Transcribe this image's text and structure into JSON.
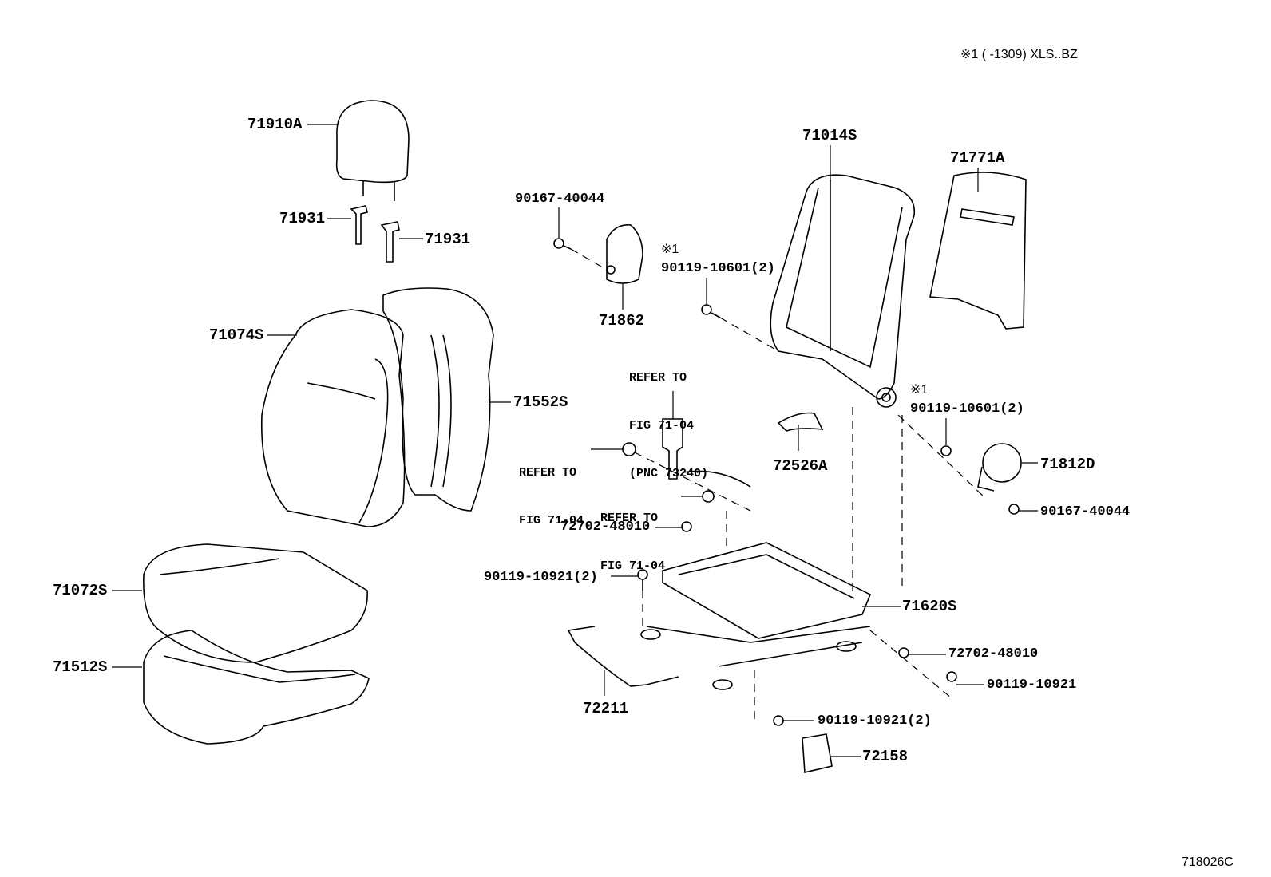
{
  "note": "※1 (      -1309) XLS..BZ",
  "figure_id": "718026C",
  "labels": {
    "l71910A": "71910A",
    "l71931a": "71931",
    "l71931b": "71931",
    "l71074S": "71074S",
    "l71552S": "71552S",
    "l71072S": "71072S",
    "l71512S": "71512S",
    "l90167a": "90167-40044",
    "l71862": "71862",
    "l71014S": "71014S",
    "l71771A": "71771A",
    "mark1a": "※1",
    "l90119_10601a": "90119-10601(2)",
    "mark1b": "※1",
    "l90119_10601b": "90119-10601(2)",
    "l72526A": "72526A",
    "l71812D": "71812D",
    "l90167b": "90167-40044",
    "l72702a": "72702-48010",
    "l90119_10921a": "90119-10921(2)",
    "l71620S": "71620S",
    "l72702b": "72702-48010",
    "l90119_10921b": "90119-10921",
    "l90119_10921c": "90119-10921(2)",
    "l72211": "72211",
    "l72158": "72158"
  },
  "refs": {
    "belt_line1": "REFER TO",
    "belt_line2": "FIG 71-04",
    "belt_line3": "(PNC 73240)",
    "ref2_line1": "REFER TO",
    "ref2_line2": "FIG 71-04",
    "ref3_line1": "REFER TO",
    "ref3_line2": "FIG 71-04"
  }
}
